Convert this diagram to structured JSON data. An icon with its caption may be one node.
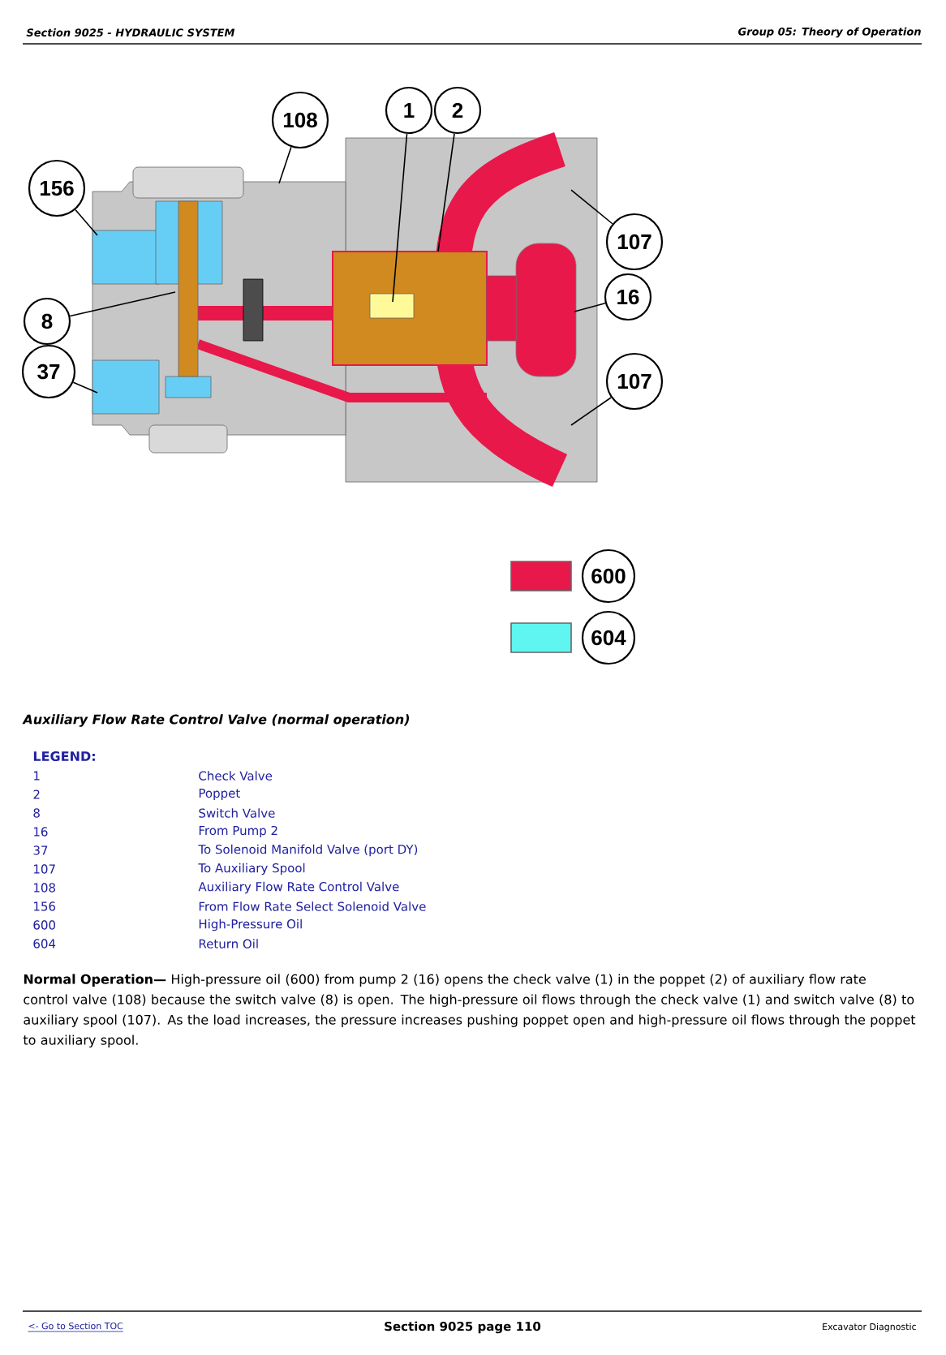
{
  "diagram": {
    "caption": "Auxiliary Flow Rate Control Valve (normal operation)",
    "nodes": [
      {
        "text": [
          "108"
        ]
      },
      {
        "text": [
          "1"
        ]
      },
      {
        "text": [
          "2"
        ]
      },
      {
        "text": [
          "156"
        ]
      },
      {
        "text": [
          "107"
        ]
      },
      {
        "text": [
          "16"
        ]
      },
      {
        "text": [
          "8"
        ]
      },
      {
        "text": [
          "37"
        ]
      },
      {
        "text": [
          "107"
        ]
      }
    ],
    "edges": [
      {
        "from": 0,
        "to": null,
        "arrow": "none"
      },
      {
        "from": 1,
        "to": null,
        "arrow": "none"
      },
      {
        "from": 2,
        "to": null,
        "arrow": "none"
      },
      {
        "from": 3,
        "to": null,
        "arrow": "none"
      },
      {
        "from": 4,
        "to": null,
        "arrow": "none"
      },
      {
        "from": 5,
        "to": null,
        "arrow": "none"
      },
      {
        "from": 6,
        "to": null,
        "arrow": "none"
      },
      {
        "from": 7,
        "to": null,
        "arrow": "none"
      },
      {
        "from": 8,
        "to": null,
        "arrow": "none"
      }
    ],
    "labels": [
      "Section 9025 - HYDRAULIC SYSTEM",
      "Group 05: Theory of Operation",
      "LEGEND:",
      "1",
      "Check Valve",
      "2",
      "Poppet",
      "8",
      "Switch Valve",
      "16",
      "From Pump 2",
      "37",
      "To Solenoid Manifold Valve (port DY)",
      "107",
      "To Auxiliary Spool",
      "108",
      "Auxiliary Flow Rate Control Valve",
      "156",
      "From Flow Rate Select Solenoid Valve",
      "600",
      "High-Pressure Oil",
      "604",
      "Return Oil",
      "**Normal Operation—** High-pressure oil (600) from pump 2 (16) opens the check valve (1) in the poppet (2) of auxiliary flow rate control valve (108) because the switch valve (8) is open. The high-pressure oil flows through the check valve (1) and switch valve (8) to auxiliary spool (107). As the load increases, the pressure increases pushing poppet open and high-pressure oil flows through the poppet to auxiliary spool.",
      "<- Go to Section TOC",
      "Section 9025 page 110",
      "Excavator Diagnostic"
    ],
    "legend": [
      {
        "text": "600",
        "color": "#e8184a"
      },
      {
        "text": "604",
        "color": "#5ff5f0"
      }
    ]
  }
}
